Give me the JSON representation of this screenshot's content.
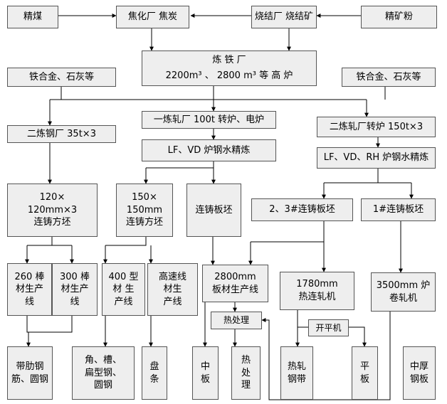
{
  "nodes": {
    "jingmei": "精煤",
    "coking": "焦化厂 焦炭",
    "sinter": "烧结厂 烧结矿",
    "jingkuangfen": "精矿粉",
    "ironworks_title": "炼 铁 厂",
    "ironworks_detail_a": "2200m³ 、 2800 m³ 等 高 炉",
    "ferroalloy_left": "铁合金、石灰等",
    "ferroalloy_right": "铁合金、石灰等",
    "plant1": "一炼轧厂 100t 转炉、电炉",
    "plant2_left": "二炼钢厂 35t×3",
    "plant2_right": "二炼轧厂转炉 150t×3",
    "refine_lf_vd": "LF、VD 炉钢水精炼",
    "refine_lf_vd_rh": "LF、VD、RH 炉钢水精炼",
    "billet120": "120×\n120mm×3\n连铸方坯",
    "billet150": "150×\n150mm\n连铸方坯",
    "slab_cc": "连铸板坯",
    "slab_2_3": "2、3#连铸板坯",
    "slab_1": "1#连铸板坯",
    "mill260": "260 棒\n材生产\n线",
    "mill300": "300 棒\n材生产\n线",
    "mill400": "400 型\n材 生\n产线",
    "mill_highspeed": "高速线\n材生\n产线",
    "mill2800": "2800mm\n板材生产线",
    "mill1780": "1780mm\n热连轧机",
    "mill3500": "3500mm 炉\n卷轧机",
    "heat_treat": "热处理",
    "leveler": "开平机",
    "prod_rebar": "带肋钢\n筋、圆钢",
    "prod_section": "角、槽、\n扁型钢、\n圆钢",
    "prod_coil": "盘\n条",
    "prod_plate": "中\n板",
    "prod_heat": "热\n处\n理",
    "prod_hotstrip": "热轧\n钢带",
    "prod_flat": "平\n板",
    "prod_thick": "中厚\n钢板"
  }
}
